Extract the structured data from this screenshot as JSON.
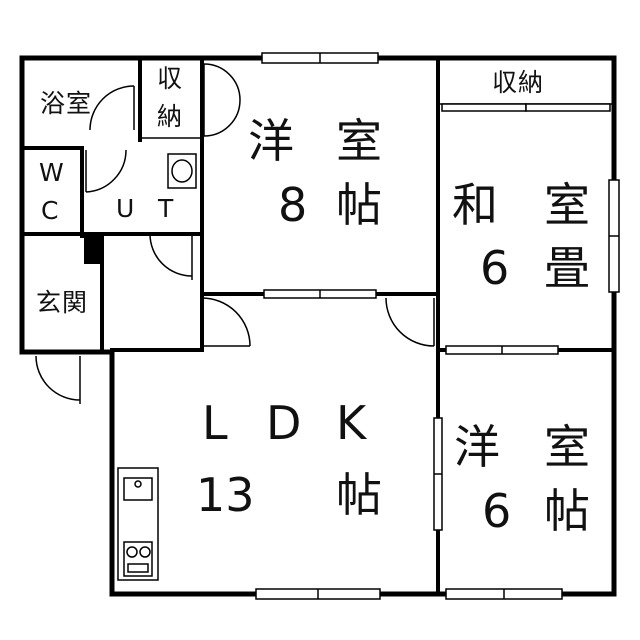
{
  "rooms": {
    "bath": {
      "label": "浴室"
    },
    "storage_small": {
      "line1": "収",
      "line2": "納"
    },
    "western8": {
      "name_a": "洋",
      "name_b": "室",
      "size": "8",
      "unit": "帖"
    },
    "storage_top_right": {
      "label": "収納"
    },
    "wc": {
      "line1": "W",
      "line2": "C"
    },
    "ut": {
      "u": "U",
      "t": "T"
    },
    "japanese6": {
      "name_a": "和",
      "name_b": "室",
      "size": "6",
      "unit": "畳"
    },
    "entrance": {
      "label": "玄関"
    },
    "ldk": {
      "l": "L",
      "d": "D",
      "k": "K",
      "size": "13",
      "unit": "帖"
    },
    "western6": {
      "name_a": "洋",
      "name_b": "室",
      "size": "6",
      "unit": "帖"
    }
  }
}
